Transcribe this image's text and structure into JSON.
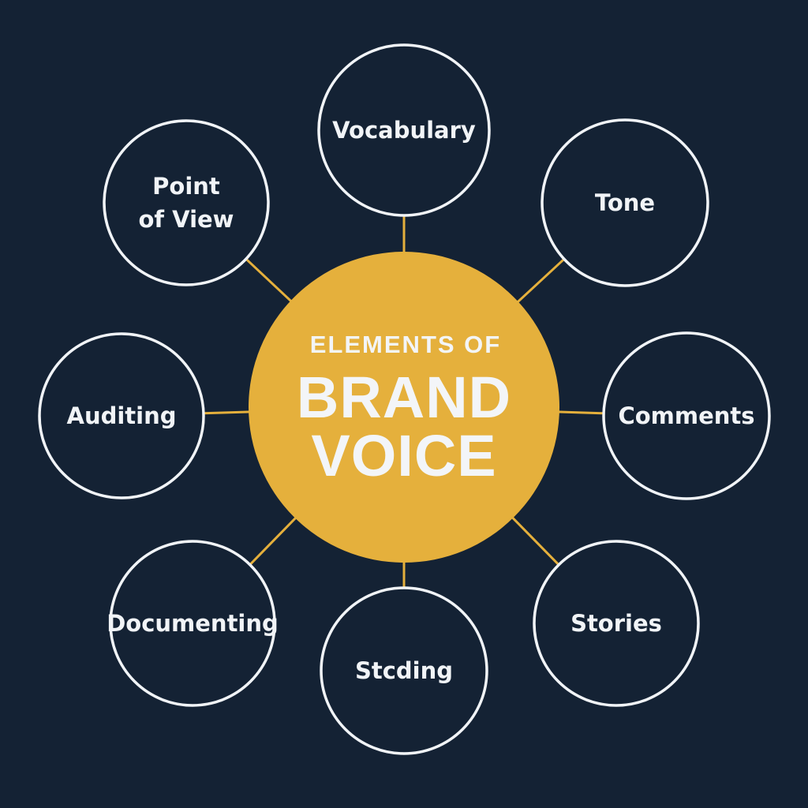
{
  "colors": {
    "background": "#142234",
    "hub": "#e5b03c",
    "connector": "#e5b03c",
    "node_stroke": "#f1f4f7",
    "text": "#f1f4f7"
  },
  "hub": {
    "line1": "ELEMENTS OF",
    "line2": "BRAND",
    "line3": "VOICE"
  },
  "nodes": [
    {
      "lines": [
        "Vocabulary"
      ]
    },
    {
      "lines": [
        "Tone"
      ]
    },
    {
      "lines": [
        "Comments"
      ]
    },
    {
      "lines": [
        "Stories"
      ]
    },
    {
      "lines": [
        "Stcding"
      ]
    },
    {
      "lines": [
        "Documenting"
      ]
    },
    {
      "lines": [
        "Auditing"
      ]
    },
    {
      "lines": [
        "Point",
        "of View"
      ]
    }
  ]
}
